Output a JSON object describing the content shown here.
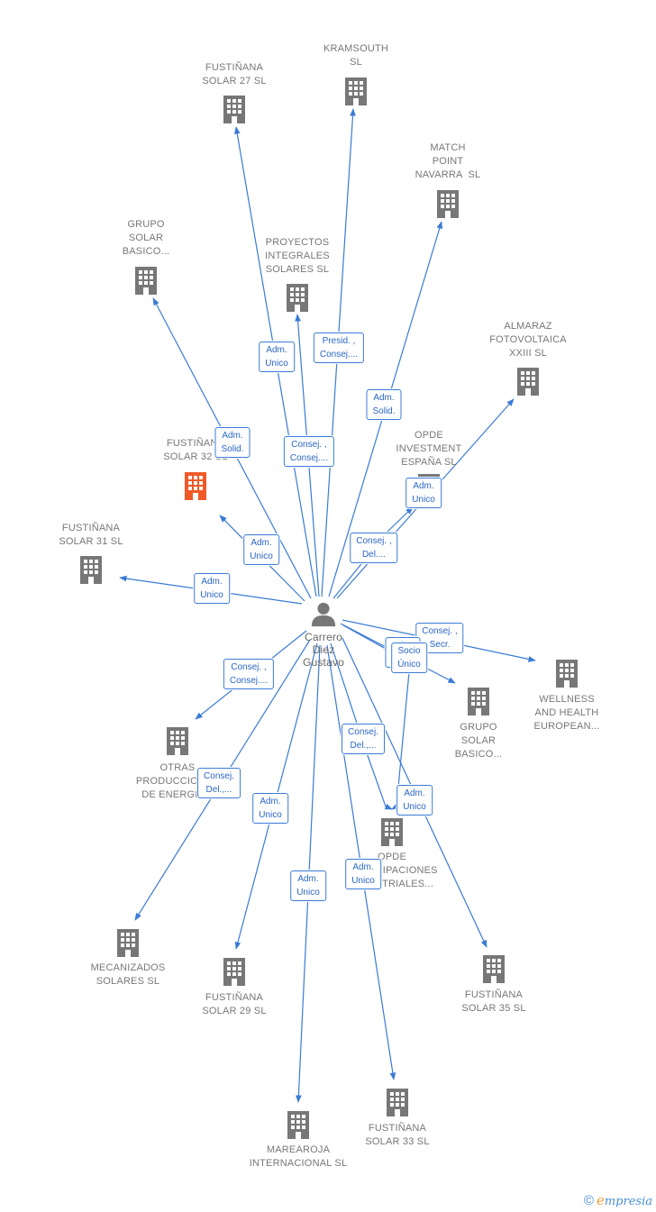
{
  "colors": {
    "edge": "#3a7bd5",
    "building": "#777777",
    "highlight": "#f05a28",
    "person": "#777777"
  },
  "center": {
    "name": "Carrero\nDiez\nGustavo",
    "icon": "person-icon"
  },
  "nodes": [
    {
      "id": "kramsouth",
      "label": "KRAMSOUTH\nSL",
      "icon": "building-icon"
    },
    {
      "id": "fustinana27",
      "label": "FUSTIÑANA\nSOLAR 27 SL",
      "icon": "building-icon"
    },
    {
      "id": "matchpoint",
      "label": "MATCH\nPOINT\nNAVARRA  SL",
      "icon": "building-icon"
    },
    {
      "id": "grupo1",
      "label": "GRUPO\nSOLAR\nBASICO...",
      "icon": "building-icon"
    },
    {
      "id": "proyectos",
      "label": "PROYECTOS\nINTEGRALES\nSOLARES SL",
      "icon": "building-icon"
    },
    {
      "id": "almaraz",
      "label": "ALMARAZ\nFOTOVOLTAICA\nXXIII SL",
      "icon": "building-icon"
    },
    {
      "id": "fustinana32",
      "label": "FUSTIÑANA\nSOLAR 32 SL",
      "icon": "building-icon",
      "highlight": true
    },
    {
      "id": "opdeinv",
      "label": "OPDE\nINVESTMENT\nESPAÑA SL",
      "icon": "building-icon"
    },
    {
      "id": "fustinana31",
      "label": "FUSTIÑANA\nSOLAR 31 SL",
      "icon": "building-icon"
    },
    {
      "id": "wellness",
      "label": "WELLNESS\nAND HEALTH\nEUROPEAN...",
      "icon": "building-icon"
    },
    {
      "id": "grupo2",
      "label": "GRUPO\nSOLAR\nBASICO...",
      "icon": "building-icon"
    },
    {
      "id": "otras",
      "label": "OTRAS\nPRODUCCIONES\nDE ENERGIA...",
      "icon": "building-icon"
    },
    {
      "id": "opdepart",
      "label": "OPDE\nPARTICIPACIONES\nINDUSTRIALES...",
      "icon": "building-icon"
    },
    {
      "id": "mecanizados",
      "label": "MECANIZADOS\nSOLARES SL",
      "icon": "building-icon"
    },
    {
      "id": "fustinana29",
      "label": "FUSTIÑANA\nSOLAR 29 SL",
      "icon": "building-icon"
    },
    {
      "id": "fustinana35",
      "label": "FUSTIÑANA\nSOLAR 35 SL",
      "icon": "building-icon"
    },
    {
      "id": "marearoja",
      "label": "MAREAROJA\nINTERNACIONAL SL",
      "icon": "building-icon"
    },
    {
      "id": "fustinana33",
      "label": "FUSTIÑANA\nSOLAR 33 SL",
      "icon": "building-icon"
    }
  ],
  "edges": [
    {
      "target": "fustinana27",
      "label": "Adm.\nUnico"
    },
    {
      "target": "kramsouth",
      "label": "Presid. ,\nConsej...."
    },
    {
      "target": "matchpoint",
      "label": "Adm.\nSolid."
    },
    {
      "target": "grupo1",
      "label": "Adm.\nSolid."
    },
    {
      "target": "proyectos",
      "label": "Consej. ,\nConsej...."
    },
    {
      "target": "almaraz",
      "label": "Adm.\nUnico"
    },
    {
      "target": "fustinana32",
      "label": "Adm.\nUnico"
    },
    {
      "target": "opdeinv",
      "label": "Consej. ,\nDel...."
    },
    {
      "target": "fustinana31",
      "label": "Adm.\nUnico"
    },
    {
      "target": "wellness",
      "label": "Consej. ,\nSecr."
    },
    {
      "target": "grupo2",
      "label": "Adm.\nSolid."
    },
    {
      "target": "opdepart",
      "label": "Socio\nÚnico"
    },
    {
      "target": "otras",
      "label": "Consej. ,\nConsej...."
    },
    {
      "target": "mecanizados",
      "label": "Consej.\nDel.,..."
    },
    {
      "target": "fustinana29",
      "label": "Adm.\nUnico"
    },
    {
      "target": "opdepart",
      "label": "Consej.\nDel.,..."
    },
    {
      "target": "fustinana35",
      "label": "Adm.\nUnico"
    },
    {
      "target": "marearoja",
      "label": "Adm.\nUnico"
    },
    {
      "target": "fustinana33",
      "label": "Adm.\nUnico"
    }
  ],
  "footer": {
    "copyright": "©",
    "brand_e": "e",
    "brand_rest": "mpresia"
  }
}
